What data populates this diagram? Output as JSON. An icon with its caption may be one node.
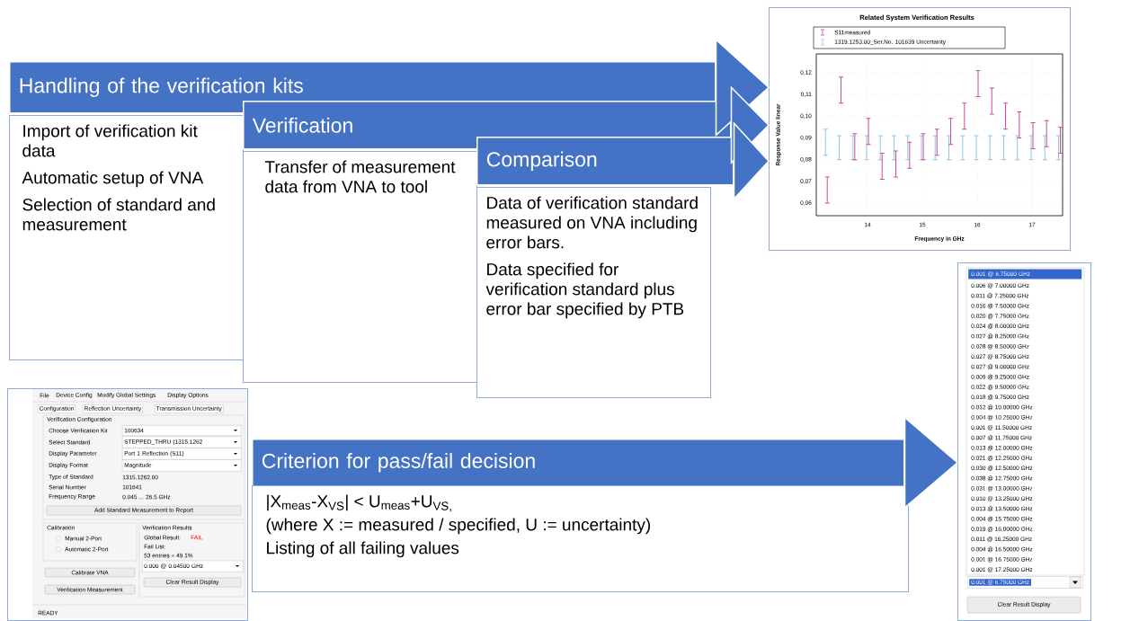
{
  "diagram": {
    "nodes": [
      {
        "text": [
          "Handling of the verification kits"
        ]
      },
      {
        "text": [
          "Import of verification kit data",
          "Automatic setup of VNA",
          "Selection of standard and measurement"
        ]
      },
      {
        "text": [
          "Verification"
        ]
      },
      {
        "text": [
          "Transfer of measurement data from VNA to tool"
        ]
      },
      {
        "text": [
          "Comparison"
        ]
      },
      {
        "text": [
          "Data of verification standard measured on VNA including error bars.",
          "Data specified for verification standard plus error bar specified by PTB"
        ]
      },
      {
        "text": [
          "Related System Verification Results",
          "S11measured",
          "1319.1253.00_Ser.No. 101639 Uncertainty",
          "Response Value linear",
          "Frequency in GHz",
          "0,12",
          "0,11",
          "0,10",
          "0,09",
          "0,08",
          "0,07",
          "0,06",
          "14",
          "15",
          "16",
          "17"
        ]
      },
      {
        "text": [
          "File",
          "Device Config",
          "Modify Global Settings",
          "Display Options",
          "Configuration",
          "Reflection Uncertainty",
          "Transmission Uncertainty",
          "Verification Configuration",
          "Choose Verification Kit",
          "100634",
          "Select Standard",
          "STEPPED_THRU (1315.1262",
          "Display Parameter",
          "Port 1 Reflection (S11)",
          "Display Format",
          "Magnitude",
          "Type of Standard",
          "1315.1262.00",
          "Serial Number",
          "101641",
          "Frequency Range",
          "0.045 ... 26.5 GHz",
          "Add Standard Measurement to Report",
          "Calibration",
          "Manual 2-Port",
          "Automatic 2-Port",
          "Verification Results",
          "Global Result:",
          "FAIL",
          "Fail List:",
          "53 entries = 49.1%",
          "0.000 @ 0.04500 GHz",
          "Clear Result Display",
          "Calibrate VNA",
          "Verification Measurement",
          "READY"
        ]
      },
      {
        "text": [
          "Criterion for pass/fail decision"
        ]
      },
      {
        "text": [
          "|X$_{meas}$-X$_{VS}$| < U$_{meas}$+U$_{VS,}$",
          "(where X := measured / specified, U := uncertainty)",
          "Listing of all failing values"
        ]
      },
      {
        "text": [
          "0.001 @ 6.75000 GHz",
          "0.006 @ 7.00000 GHz",
          "0.011 @ 7.25000 GHz",
          "0.016 @ 7.50000 GHz",
          "0.020 @ 7.75000 GHz",
          "0.024 @ 8.00000 GHz",
          "0.027 @ 8.25000 GHz",
          "0.028 @ 8.50000 GHz",
          "0.027 @ 8.75000 GHz",
          "0.027 @ 9.00000 GHz",
          "0.009 @ 9.25000 GHz",
          "0.022 @ 9.50000 GHz",
          "0.018 @ 9.75000 GHz",
          "0.012 @ 10.00000 GHz",
          "0.004 @ 10.25000 GHz",
          "0.001 @ 11.50000 GHz",
          "0.007 @ 11.75000 GHz",
          "0.013 @ 12.00000 GHz",
          "0.021 @ 12.25000 GHz",
          "0.030 @ 12.50000 GHz",
          "0.038 @ 12.75000 GHz",
          "0.031 @ 13.00000 GHz",
          "0.010 @ 13.25000 GHz",
          "0.013 @ 13.50000 GHz",
          "0.004 @ 15.75000 GHz",
          "0.019 @ 16.00000 GHz",
          "0.011 @ 16.25000 GHz",
          "0.004 @ 16.50000 GHz",
          "0.001 @ 16.75000 GHz",
          "0.001 @ 17.25000 GHz",
          "0.001 @ 6.75000 GHz",
          "Clear Result Display"
        ]
      }
    ],
    "edges": [
      {
        "from": 0,
        "to": 6,
        "arrow": "to"
      },
      {
        "from": 2,
        "to": 6,
        "arrow": "to"
      },
      {
        "from": 4,
        "to": 6,
        "arrow": "to"
      },
      {
        "from": 8,
        "to": 10,
        "arrow": "to"
      }
    ]
  }
}
